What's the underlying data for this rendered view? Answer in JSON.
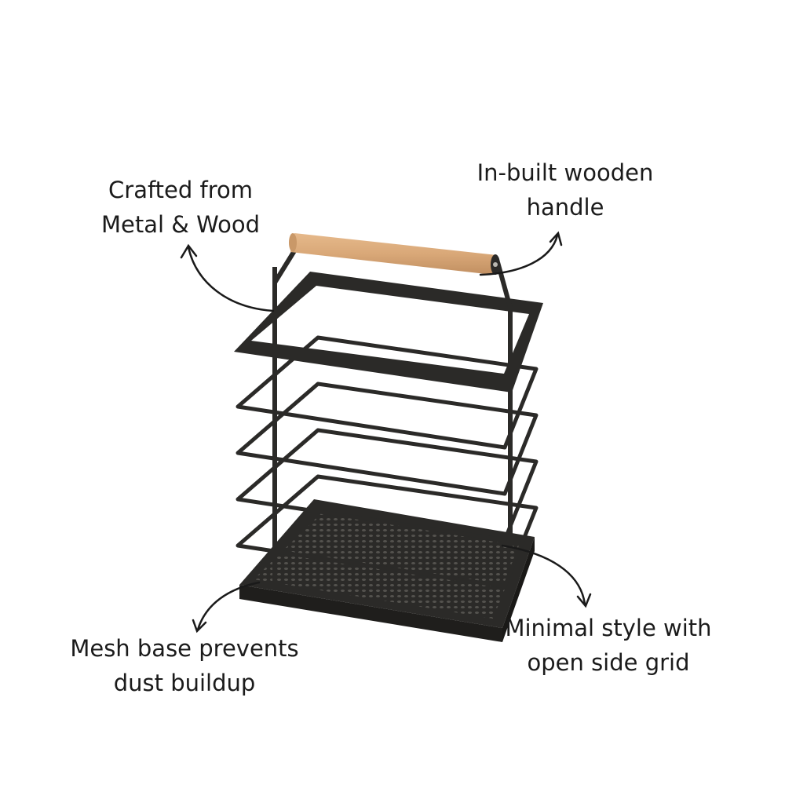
{
  "callouts": {
    "material": {
      "line1": "Crafted from",
      "line2": "Metal & Wood"
    },
    "handle": {
      "line1": "In-built wooden",
      "line2": "handle"
    },
    "mesh": {
      "line1": "Mesh base prevents",
      "line2": "dust buildup"
    },
    "style": {
      "line1": "Minimal style with",
      "line2": "open side grid"
    }
  },
  "colors": {
    "metal": "#2b2a28",
    "wood": "#d9a878",
    "text": "#1b1b1b",
    "background": "#ffffff"
  }
}
